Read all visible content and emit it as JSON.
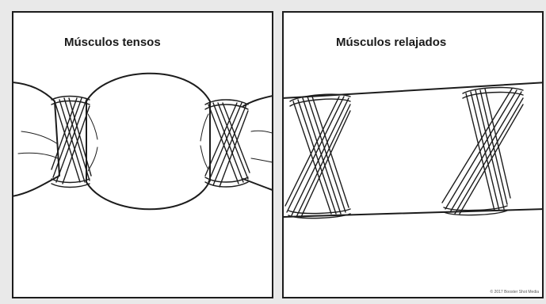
{
  "panels": {
    "tense": {
      "title": "Músculos tensos"
    },
    "relaxed": {
      "title": "Músculos relajados",
      "copyright": "© 2017 Booster Shot Media"
    }
  },
  "colors": {
    "background": "#e9e9e9",
    "panel": "#ffffff",
    "ink": "#1c1c1c"
  },
  "icons": {
    "tense_illustration": "bulging-muscle-wrapped-icon",
    "relaxed_illustration": "relaxed-muscle-wrapped-icon"
  }
}
